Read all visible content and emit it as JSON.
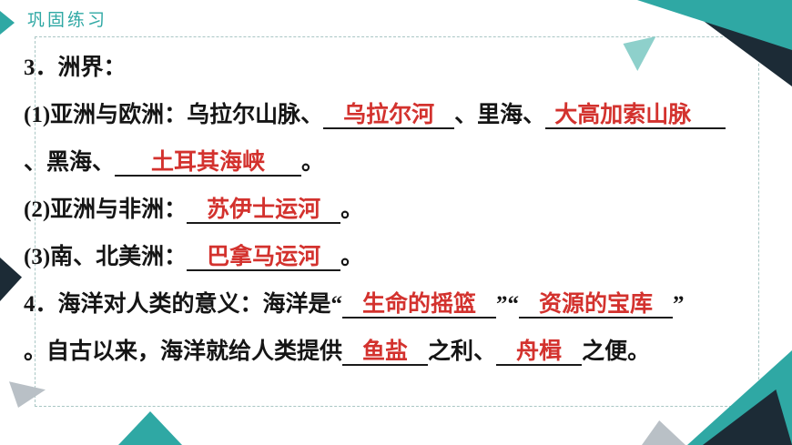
{
  "header": {
    "title": "巩固练习"
  },
  "colors": {
    "accent_teal": "#2fa8a4",
    "pale_teal": "#8ed0cb",
    "answer_red": "#d3322e",
    "dark_navy": "#1c2b36",
    "gray_shape": "#b9c0c6",
    "text_ink": "#151515",
    "underline": "#1a1a1a",
    "frame_dash": "#a9c6c4"
  },
  "content": {
    "lines": [
      {
        "segments": [
          {
            "text": "3．洲界："
          }
        ]
      },
      {
        "segments": [
          {
            "text": "(1)亚洲与欧洲：乌拉尔山脉、"
          },
          {
            "text": "乌拉尔河",
            "blank": true
          },
          {
            "text": "、里海、"
          },
          {
            "text": "大高加索山脉",
            "blank": true
          }
        ]
      },
      {
        "segments": [
          {
            "text": "、黑海、"
          },
          {
            "text": "土耳其海峡",
            "blank": true
          },
          {
            "text": "。"
          }
        ]
      },
      {
        "segments": [
          {
            "text": "(2)亚洲与非洲："
          },
          {
            "text": "苏伊士运河",
            "blank": true
          },
          {
            "text": "。"
          }
        ]
      },
      {
        "segments": [
          {
            "text": "(3)南、北美洲："
          },
          {
            "text": "巴拿马运河",
            "blank": true
          },
          {
            "text": "。"
          }
        ]
      },
      {
        "segments": [
          {
            "text": "4．海洋对人类的意义：海洋是“"
          },
          {
            "text": "生命的摇篮",
            "blank": true
          },
          {
            "text": "”“"
          },
          {
            "text": "资源的宝库",
            "blank": true
          },
          {
            "text": "”"
          }
        ]
      },
      {
        "segments": [
          {
            "text": "。自古以来，海洋就给人类提供"
          },
          {
            "text": "鱼盐",
            "blank": true
          },
          {
            "text": "之利、"
          },
          {
            "text": "舟楫",
            "blank": true
          },
          {
            "text": "之便。"
          }
        ]
      }
    ]
  }
}
